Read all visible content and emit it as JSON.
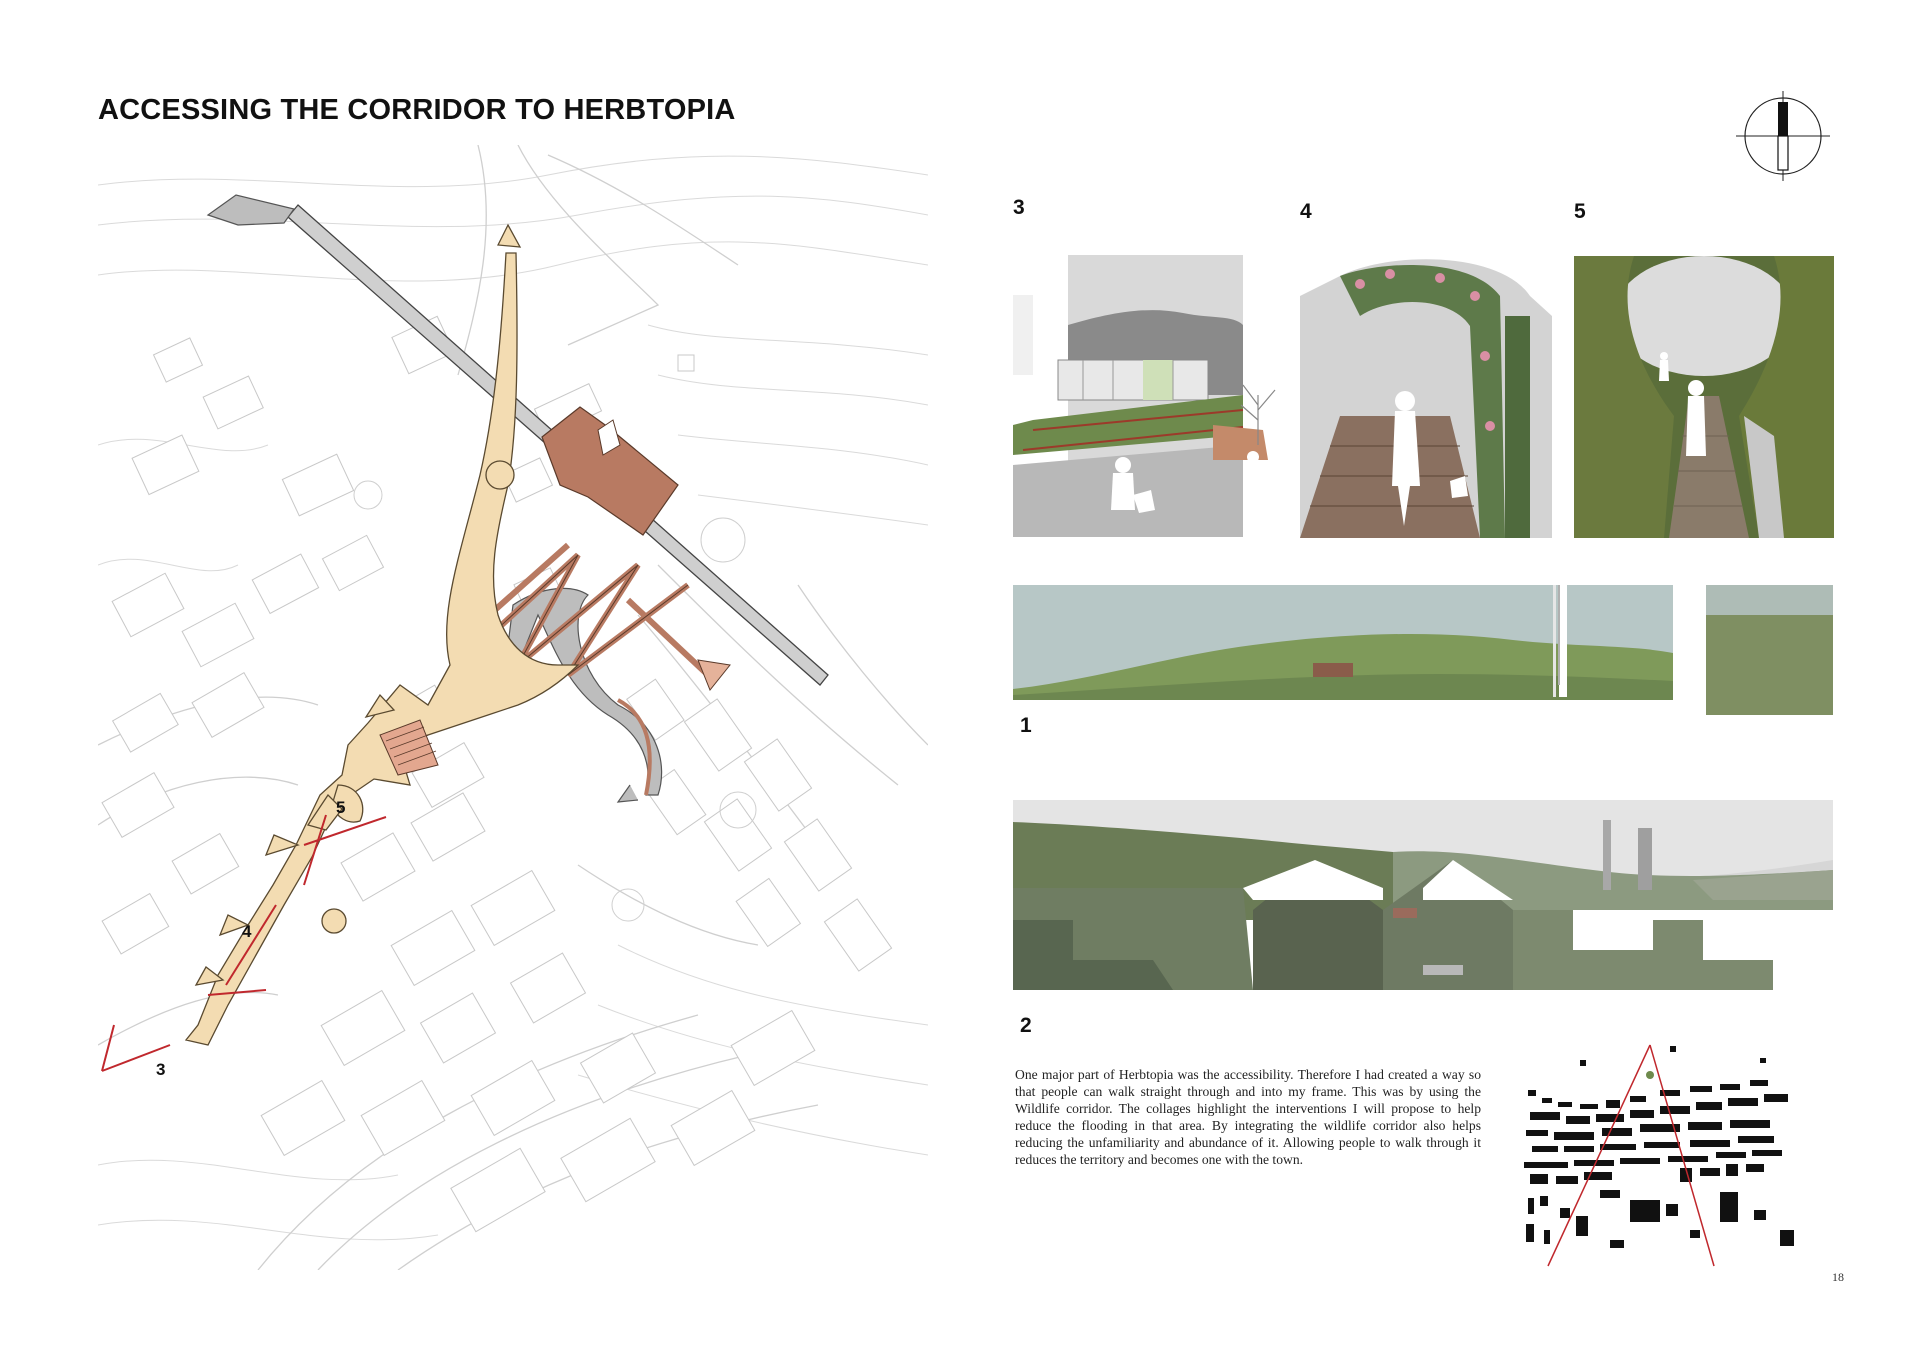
{
  "title": "ACCESSING THE CORRIDOR TO HERBTOPIA",
  "map": {
    "labels": {
      "three": "3",
      "four": "4",
      "five": "5"
    }
  },
  "collages": {
    "three": {
      "number": "3"
    },
    "four": {
      "number": "4"
    },
    "five": {
      "number": "5"
    },
    "one": {
      "number": "1"
    },
    "two": {
      "number": "2"
    }
  },
  "body_text": "One major part of Herbtopia was the accessibility. Therefore I had created a way so that people can walk straight through and into my frame. This was by using the Wildlife corridor. The collages highlight the interventions I will propose to help reduce the flooding in that area. By integrating the wildlife corridor also helps reducing the unfamiliarity and abundance of it. Allowing people to walk through it reduces the territory and becomes one with the town.",
  "page_number": "18",
  "colors": {
    "path": "#f3dcb2",
    "path_outline": "#5a4a30",
    "building": "#b87a62",
    "road": "#bdbdbd",
    "section_line": "#c0282d",
    "grass": "#6e8a4c"
  },
  "icons": {
    "north": "north-arrow-icon"
  }
}
